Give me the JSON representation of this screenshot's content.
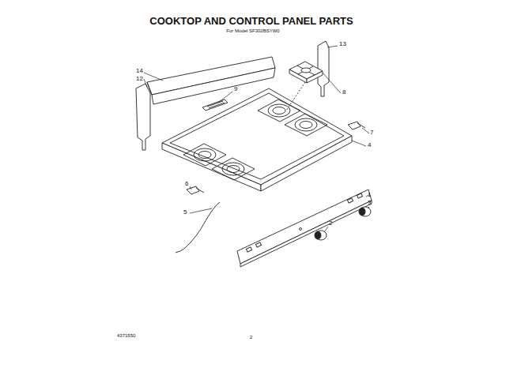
{
  "diagram": {
    "title": "COOKTOP AND CONTROL PANEL PARTS",
    "labels": [
      "For Model SF302BSYW0",
      "14",
      "12",
      "13",
      "9",
      "8",
      "7",
      "4",
      "1",
      "3",
      "6",
      "5",
      "2",
      "4371550",
      "2"
    ]
  }
}
